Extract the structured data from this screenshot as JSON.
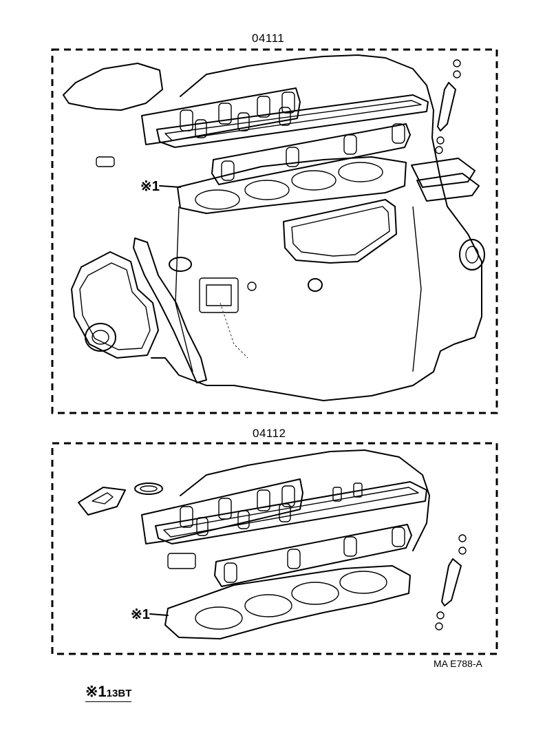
{
  "diagram": {
    "kits": [
      {
        "part_number": "04111",
        "callout": "※1"
      },
      {
        "part_number": "04112",
        "callout": "※1"
      }
    ],
    "drawing_code": "MA E788-A",
    "footnote": {
      "mark": "※1",
      "text": "13BT"
    }
  }
}
